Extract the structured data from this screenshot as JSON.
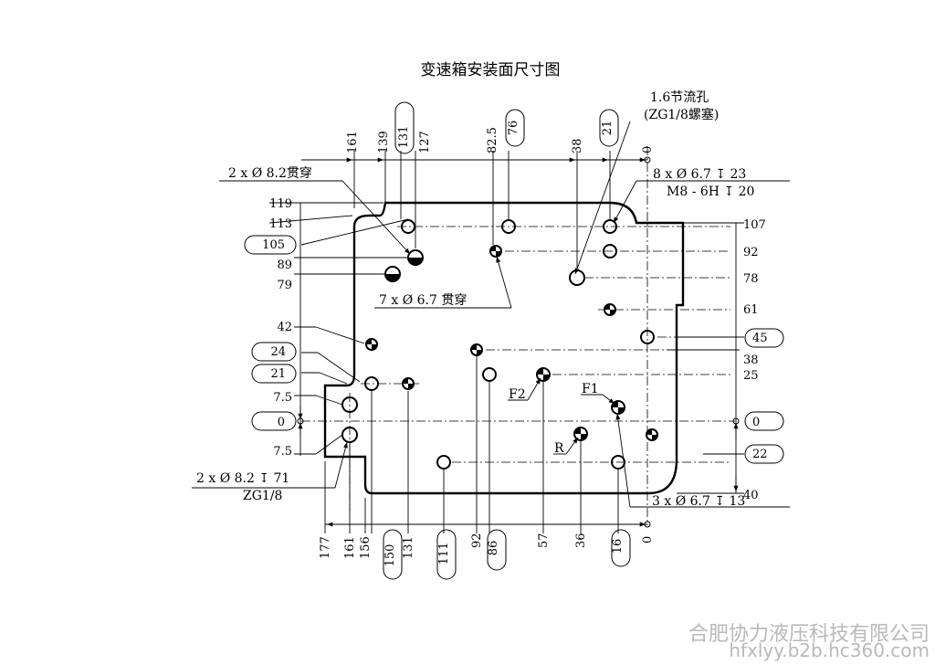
{
  "title": "变速箱安装面尺寸图",
  "top_labels": {
    "l161": "161",
    "l139": "139",
    "l131": "131",
    "l127": "127",
    "l825": "82.5",
    "l76": "76",
    "l38": "38",
    "l21": "21",
    "l0": "0"
  },
  "bottom_labels": {
    "l177": "177",
    "l161": "161",
    "l156": "156",
    "l150": "150",
    "l131": "131",
    "l111": "111",
    "l92": "92",
    "l86": "86",
    "l57": "57",
    "l36": "36",
    "l16": "16",
    "l0": "0"
  },
  "left_labels": {
    "l119": "119",
    "l113": "113",
    "l105": "105",
    "l89": "89",
    "l79": "79",
    "l42": "42",
    "l24": "24",
    "l21": "21",
    "l75a": "7.5",
    "l0": "0",
    "l75b": "7.5"
  },
  "right_labels": {
    "l107": "107",
    "l92": "92",
    "l78": "78",
    "l61": "61",
    "l45": "45",
    "l38": "38",
    "l25": "25",
    "l0": "0",
    "l22": "22",
    "l40": "40"
  },
  "notes": {
    "drain_line1": "1.6节流孔",
    "drain_line2": "(ZG1/8螺塞)",
    "thru_82": "2 x Ø 8.2贯穿",
    "holes_8": "8 x Ø 6.7 ↧ 23",
    "thread_m8": "M8 - 6H ↧ 20",
    "thru_67": "7 x Ø 6.7 贯穿",
    "holes_bottom_line1": "2 x Ø 8.2 ↧ 71",
    "holes_bottom_line2": "ZG1/8",
    "holes_3": "3 x Ø 6.7 ↧ 13",
    "port_f1": "F1",
    "port_f2": "F2",
    "port_r": "R"
  },
  "watermark": {
    "company": "合肥协力液压科技有限公司",
    "url": "hfxlyy.b2b.hc360.com"
  }
}
